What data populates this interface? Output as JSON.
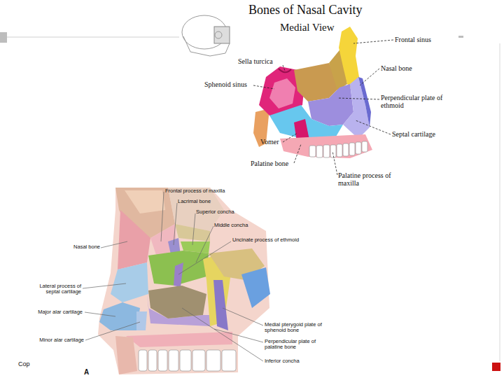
{
  "diagram": {
    "title": "Bones of Nasal Cavity",
    "labels": [
      "Medial View",
      "Frontal sinus",
      "Sella turcica",
      "Nasal bone",
      "Sphenoid sinus",
      "Perpendicular plate of ethmoid",
      "Septal cartilage",
      "Vomer",
      "Palatine bone",
      "Palatine process of maxilla",
      "Frontal process of maxilla",
      "Lacrimal bone",
      "Superior concha",
      "Middle concha",
      "Uncinate process of ethmoid",
      "Nasal bone",
      "Lateral process of septal cartilage",
      "Major alar cartilage",
      "Minor alar cartilage",
      "Medial pterygoid plate of sphenoid bone",
      "Perpendicular plate of palatine bone",
      "Inferior concha",
      "Cop",
      "A"
    ]
  }
}
